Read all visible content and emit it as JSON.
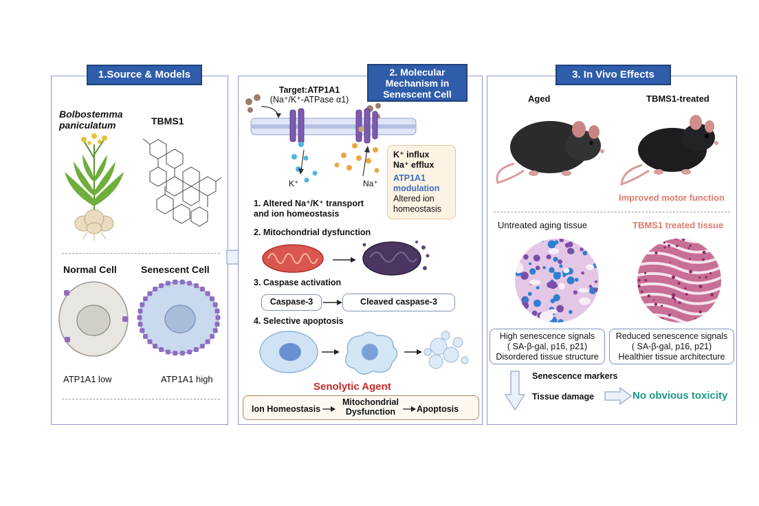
{
  "panel1": {
    "header": "1.Source & Models",
    "plant_name_line1": "Bolbostemma",
    "plant_name_line2": "paniculatum",
    "compound": "TBMS1",
    "normal_cell": "Normal Cell",
    "senescent_cell": "Senescent Cell",
    "normal_caption": "ATP1A1 low",
    "senescent_caption": "ATP1A1 high"
  },
  "panel2": {
    "header_line1": "2. Molecular",
    "header_line2": "Mechanism in",
    "header_line3": "Senescent Cell",
    "target_line1": "Target:ATP1A1",
    "target_line2": "(Na⁺/K⁺-ATPase α1)",
    "k_label": "K⁺",
    "na_label": "Na⁺",
    "info_box": {
      "line1": "K⁺ influx",
      "line2": "Na⁺ efflux",
      "line3": "ATP1A1",
      "line4": "modulation",
      "line5": "Altered ion",
      "line6": "homeostasis"
    },
    "step1_line1": "1. Altered Na⁺/K⁺ transport",
    "step1_line2": "and ion homeostasis",
    "step2": "2. Mitochondrial dysfunction",
    "step3": "3. Caspase activation",
    "caspase": "Caspase-3",
    "cleaved_caspase": "Cleaved caspase-3",
    "step4": "4. Selective apoptosis",
    "senolytic": "Senolytic Agent",
    "flow": {
      "ion": "Ion Homeostasis",
      "mito_line1": "Mitochondrial",
      "mito_line2": "Dysfunction",
      "apoptosis": "Apoptosis"
    }
  },
  "panel3": {
    "header": "3. In Vivo Effects",
    "aged": "Aged",
    "treated": "TBMS1-treated",
    "motor": "Improved motor function",
    "untreated_tissue": "Untreated aging tissue",
    "treated_tissue": "TBMS1 treated tissue",
    "high_box": {
      "line1": "High senescence signals",
      "line2": "( SA-β-gal, p16, p21)",
      "line3": "Disordered tissue structure"
    },
    "reduced_box": {
      "line1": "Reduced senescence signals",
      "line2": "( SA-β-gal, p16, p21)",
      "line3": "Healthier tissue architecture"
    },
    "markers": "Senescence markers",
    "damage": "Tissue damage",
    "no_toxicity": "No obvious toxicity"
  },
  "colors": {
    "header_bg": "#2f5da9",
    "panel_border": "#8e95c9",
    "senolytic_red": "#c62828",
    "motor_salmon": "#e07b6e",
    "toxicity_teal": "#1a9a86",
    "atp_blue": "#3c6fc0"
  }
}
